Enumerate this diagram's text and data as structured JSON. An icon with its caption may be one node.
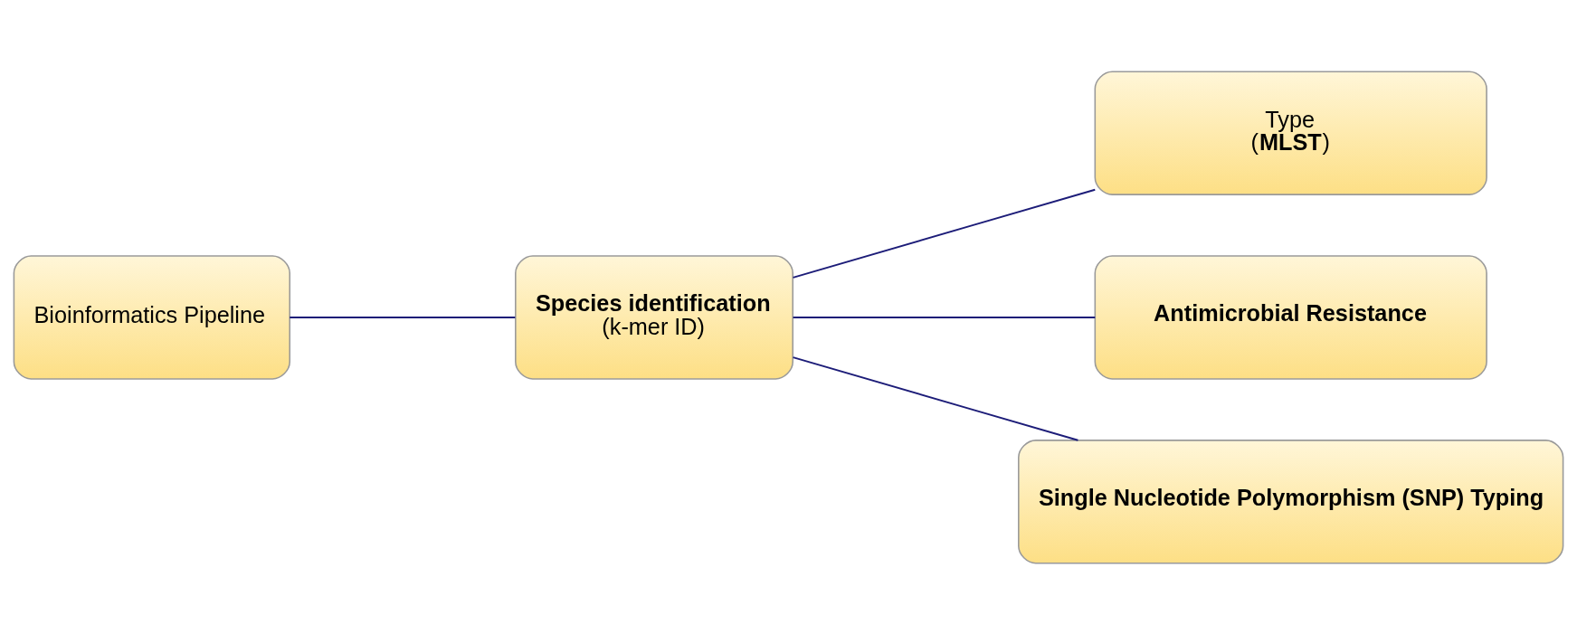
{
  "diagram": {
    "nodes": [
      {
        "text": [
          "Bioinformatics Pipeline"
        ]
      },
      {
        "text": [
          "Species identification",
          "(k-mer ID)"
        ]
      },
      {
        "text": [
          "Type",
          "(**MLST**)"
        ]
      },
      {
        "text": [
          "Antimicrobial Resistance"
        ]
      },
      {
        "text": [
          "Single Nucleotide Polymorphism (SNP) Typing"
        ]
      }
    ],
    "edges": [
      {
        "from": 0,
        "to": 1,
        "arrow": "none"
      },
      {
        "from": 1,
        "to": 2,
        "arrow": "none"
      },
      {
        "from": 1,
        "to": 3,
        "arrow": "none"
      },
      {
        "from": 1,
        "to": 4,
        "arrow": "none"
      }
    ]
  }
}
